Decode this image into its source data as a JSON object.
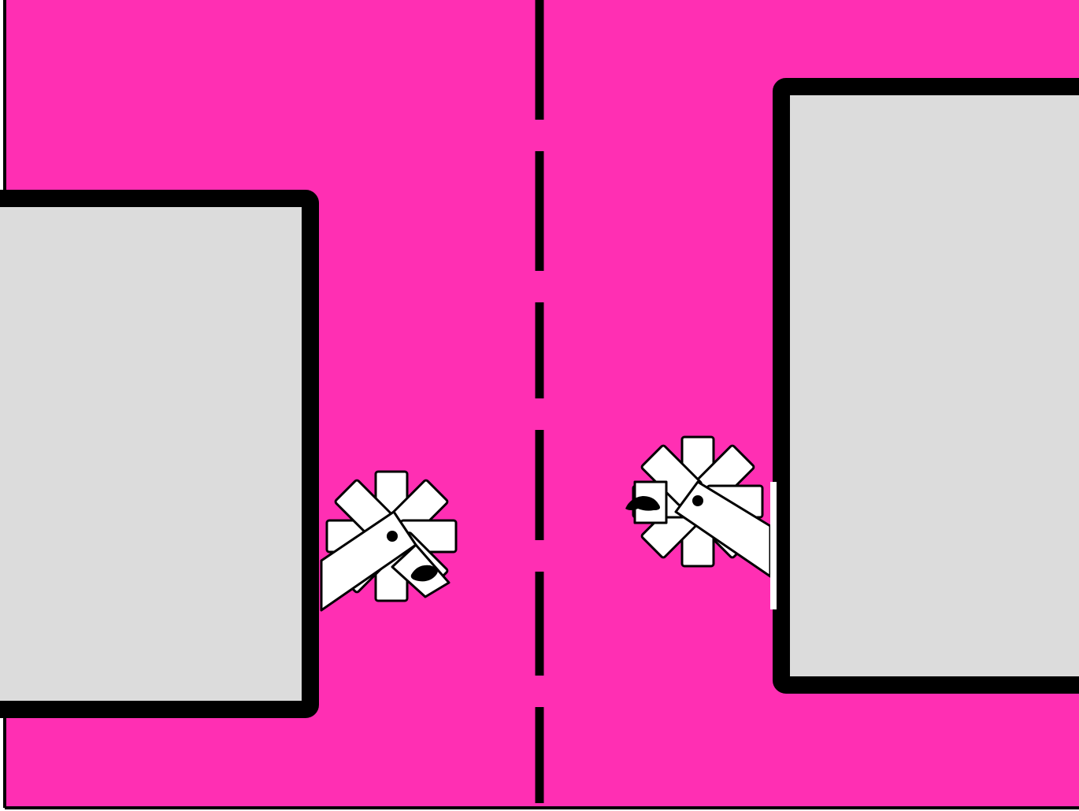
{
  "scene": {
    "background_color": "#ff2fb3",
    "wall_fill_color": "#dcdcdc",
    "outline_color": "#000000",
    "left_wall": {
      "name": "left-wall"
    },
    "right_wall": {
      "name": "right-wall"
    },
    "center_line": {
      "style": "dashed"
    },
    "left_player": {
      "name": "left-paddle-player",
      "facing": "right"
    },
    "right_player": {
      "name": "right-paddle-player",
      "facing": "left"
    }
  }
}
